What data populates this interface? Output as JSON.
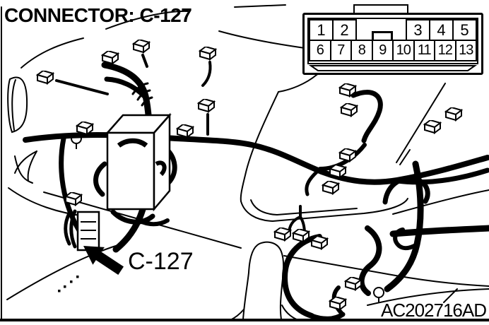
{
  "header": {
    "title": "CONNECTOR: C-127"
  },
  "pinout": {
    "row1_left": [
      "1",
      "2"
    ],
    "row1_right": [
      "3",
      "4",
      "5"
    ],
    "row2": [
      "6",
      "7",
      "8",
      "9",
      "10",
      "11",
      "12",
      "13"
    ]
  },
  "callout": {
    "label": "C-127"
  },
  "footer": {
    "figure_code": "AC202716AD"
  },
  "colors": {
    "ink": "#000000",
    "paper": "#ffffff"
  }
}
